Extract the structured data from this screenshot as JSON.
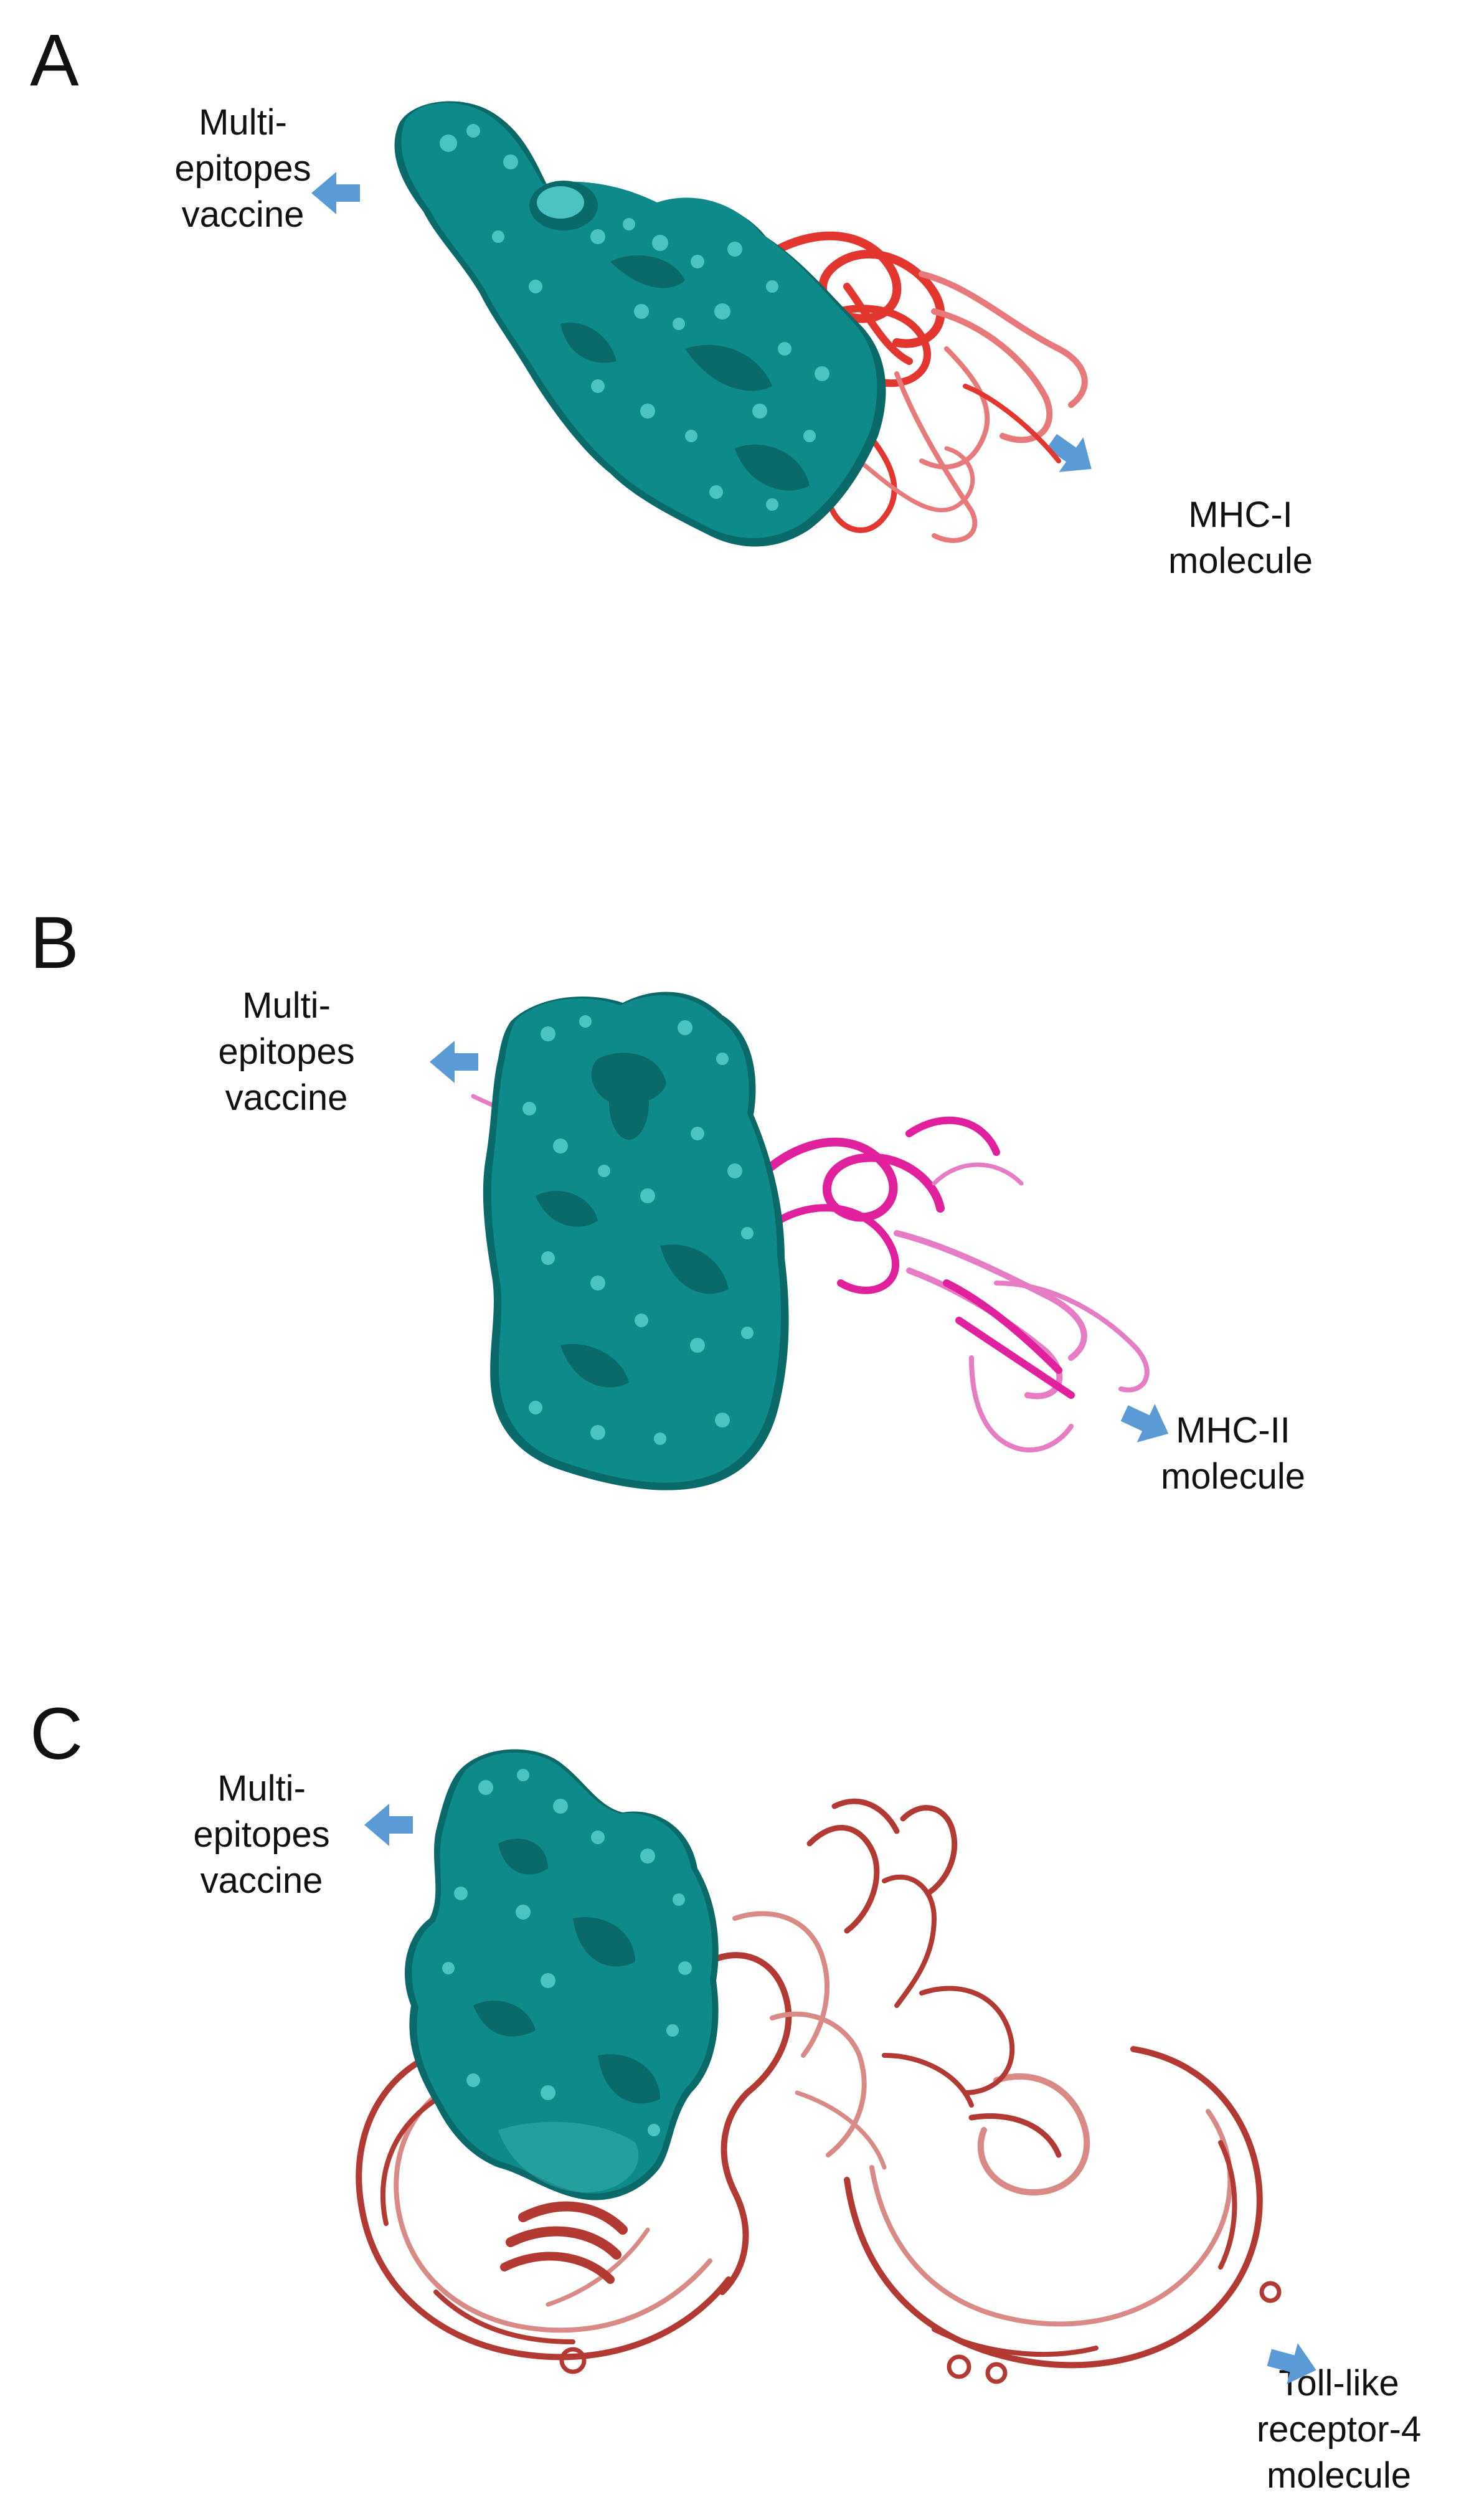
{
  "colors": {
    "vaccine_surface": "#0f8a8a",
    "vaccine_shadow": "#0a6a6a",
    "vaccine_highlight": "#4cc3c3",
    "mhc1": "#e2362f",
    "mhc1_light": "#e8797a",
    "mhc2": "#e0209c",
    "mhc2_light": "#e67cc3",
    "tlr4": "#b33a33",
    "tlr4_light": "#d98a86",
    "arrow": "#5b9bd5",
    "text": "#111111"
  },
  "panels": {
    "a": {
      "letter": "A",
      "vaccine_label": [
        "Multi-",
        "epitopes",
        "vaccine"
      ],
      "receptor_label": [
        "MHC-I",
        "molecule"
      ],
      "vaccine_icon": "protein-surface",
      "receptor_icon": "ribbon-structure"
    },
    "b": {
      "letter": "B",
      "vaccine_label": [
        "Multi-",
        "epitopes",
        "vaccine"
      ],
      "receptor_label": [
        "MHC-II",
        "molecule"
      ],
      "vaccine_icon": "protein-surface",
      "receptor_icon": "ribbon-structure"
    },
    "c": {
      "letter": "C",
      "vaccine_label": [
        "Multi-",
        "epitopes",
        "vaccine"
      ],
      "receptor_label": [
        "Toll-like",
        "receptor-4",
        "molecule"
      ],
      "vaccine_icon": "protein-surface",
      "receptor_icon": "ribbon-structure"
    }
  }
}
